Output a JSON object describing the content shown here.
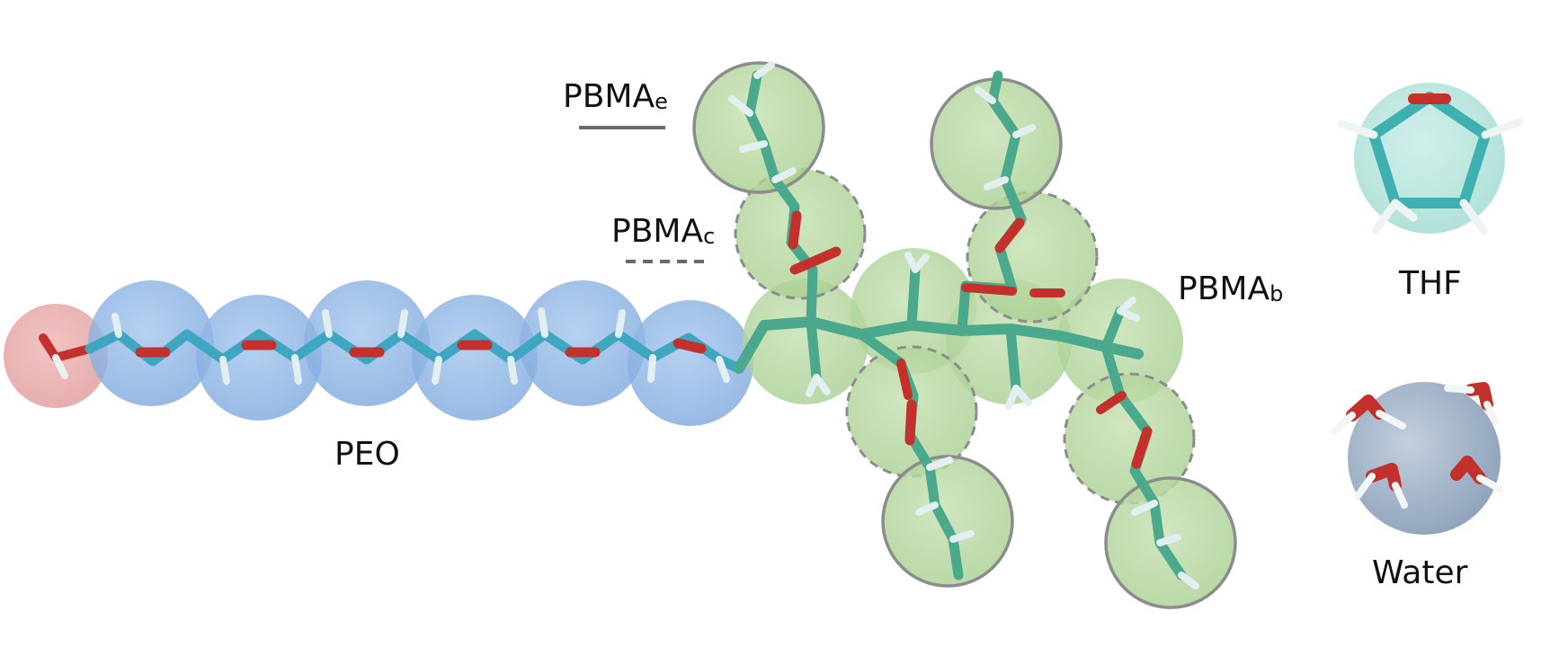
{
  "labels": {
    "pbma_e": {
      "main": "PBMA",
      "sub": "e"
    },
    "pbma_c": {
      "main": "PBMA",
      "sub": "c"
    },
    "pbma_b": {
      "main": "PBMA",
      "sub": "b"
    },
    "peo": "PEO",
    "thf": "THF",
    "water": "Water"
  },
  "colors": {
    "peo_bead": "#8fb8e6",
    "end_bead": "#e8a3a3",
    "pbma_bead": "#b7d7a0",
    "thf_bead": "#b4e4dc",
    "water_bead": "#a7b8cc",
    "carbon_peo": "#3fa6c2",
    "carbon_pbma": "#4aa88c",
    "oxygen": "#c4302b",
    "hydrogen": "#e9f1f2",
    "solid_border": "#8c8c8c",
    "dashed_border": "#8c8c8c"
  },
  "legend": {
    "pbma_e_line": "solid",
    "pbma_c_line": "dashed"
  }
}
